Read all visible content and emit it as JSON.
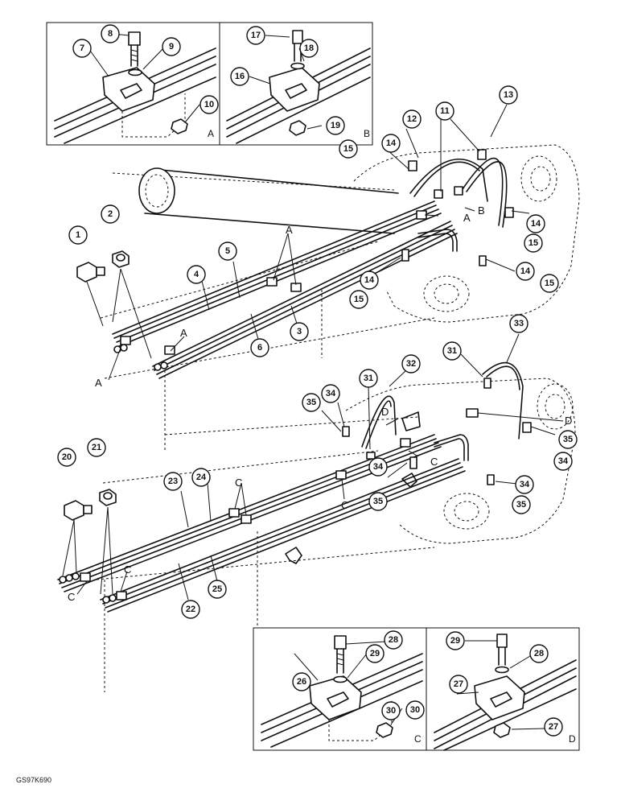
{
  "drawing_code": "GS97K690",
  "callouts": [
    "1",
    "2",
    "3",
    "4",
    "5",
    "6",
    "7",
    "8",
    "9",
    "10",
    "11",
    "12",
    "13",
    "14",
    "15",
    "16",
    "17",
    "18",
    "19",
    "20",
    "21",
    "22",
    "23",
    "24",
    "25",
    "26",
    "27",
    "28",
    "29",
    "30",
    "31",
    "32",
    "33",
    "34",
    "35"
  ],
  "detail_panels": {
    "A": "A",
    "B": "B",
    "C": "C",
    "D": "D"
  },
  "clamp_markers": {
    "A": "A",
    "B": "B",
    "C": "C",
    "D": "D"
  }
}
